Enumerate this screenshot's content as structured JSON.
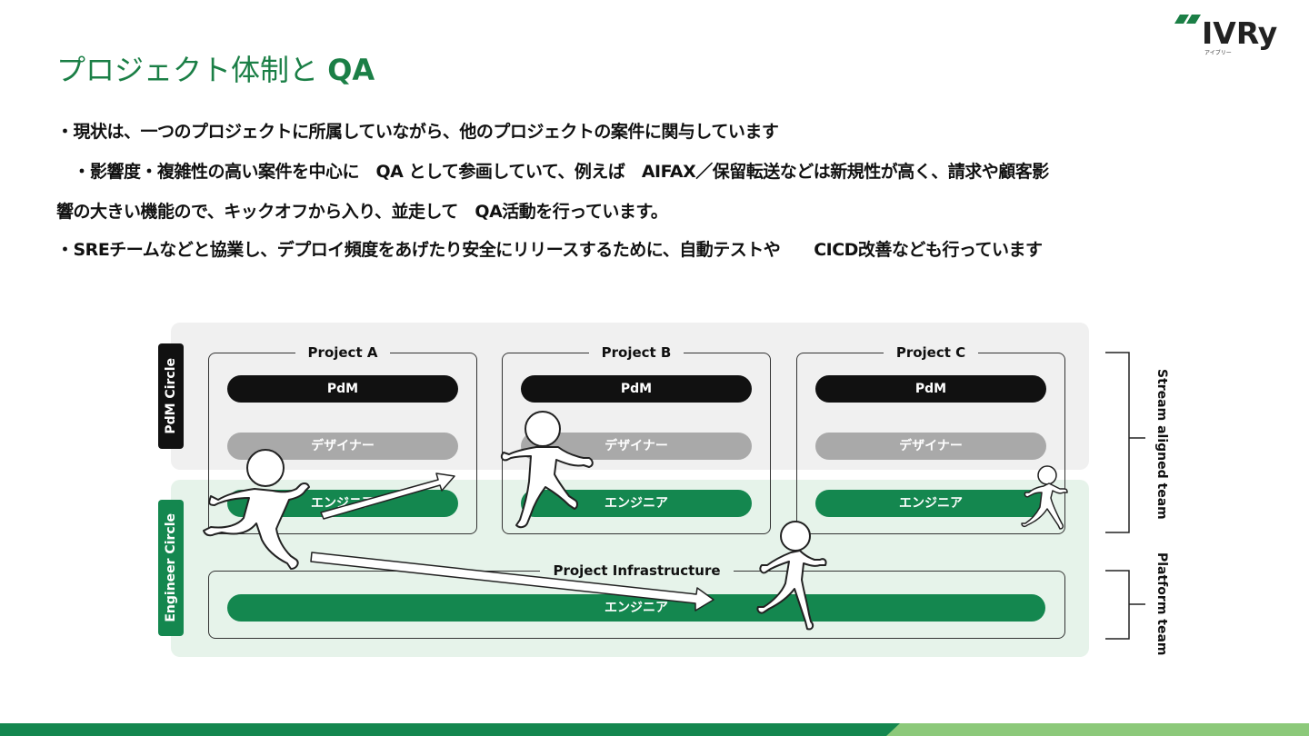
{
  "logo": {
    "wordmark": "IVRy",
    "kana": "アイブリー"
  },
  "title": {
    "main": "プロジェクト体制と",
    "qa": "QA"
  },
  "bullets": [
    "・現状は、一つのプロジェクトに所属していながら、他のプロジェクトの案件に関与しています",
    "　・影響度・複雑性の高い案件を中心に　QA として参画していて、例えば　AIFAX／保留転送などは新規性が高く、請求や顧客影",
    "響の大きい機能ので、キックオフから入り、並走して　QA活動を行っています。",
    "・SREチームなどと協業し、デプロイ頻度をあげたり安全にリリースするために、自動テストや　　CICD改善なども行っています"
  ],
  "diagram": {
    "pdm_circle": "PdM Circle",
    "engineer_circle": "Engineer Circle",
    "stream_aligned": "Stream aligned team",
    "platform": "Platform team",
    "projects": [
      {
        "name": "Project A",
        "pdm": "PdM",
        "designer": "デザイナー",
        "engineer": "エンジニア"
      },
      {
        "name": "Project B",
        "pdm": "PdM",
        "designer": "デザイナー",
        "engineer": "エンジニア"
      },
      {
        "name": "Project C",
        "pdm": "PdM",
        "designer": "デザイナー",
        "engineer": "エンジニア"
      }
    ],
    "infrastructure": {
      "name": "Project Infrastructure",
      "engineer": "エンジニア"
    },
    "icons": [
      "running-person-icon",
      "arrow-icon"
    ]
  },
  "colors": {
    "brand_green": "#1b7f46",
    "pill_green": "#14874f",
    "engineer_bg": "#e6f3ea",
    "pdm_bg": "#f0f0f0",
    "footer_light": "#8cc97a"
  }
}
